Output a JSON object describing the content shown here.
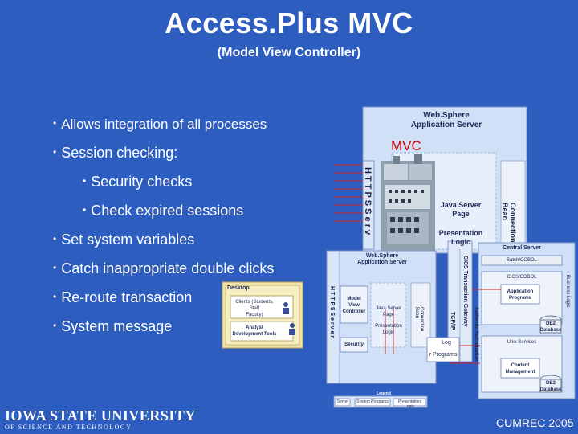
{
  "slide": {
    "title": "Access.Plus MVC",
    "subtitle": "(Model View Controller)"
  },
  "bullets": [
    "Allows integration of all processes",
    "Session checking:",
    "Security checks",
    "Check expired sessions",
    "Set system variables",
    "Catch inappropriate double clicks",
    "Re-route transaction",
    "System message"
  ],
  "diagram": {
    "websphere_top_title": "Web.Sphere\nApplication Server",
    "mvc_label": "MVC",
    "https_serv_big": "H T T P S  S e r v",
    "jsp_big": "Java Server\nPage",
    "presentation_big": "Presentation\nLogic",
    "connection_bean_big": "Connection\nBean",
    "websphere_small_title": "Web.Sphere\nApplication Server",
    "https_server_small": "H T T P S  S e r v e r",
    "mvc_small": "Model\nView\nController",
    "jsp_small": "Java Server\nPage",
    "presentation_small": "Presentation\nLogic",
    "connection_bean_small": "Connection\nBean",
    "security_small": "Security",
    "desktop_title": "Desktop",
    "clients": "Clients (Students, Staff\nFaculty)",
    "analyst": "Analyst\nDevelopment Tools",
    "central_server": "Central Server",
    "batch_cobol": "Batch/COBOL",
    "cics_cobol": "CICS/COBOL",
    "app_programs": "Application\nPrograms",
    "db2_db": "DB2\nDatabase",
    "unix_services": "Unix Services",
    "content_mgmt": "Content\nManagement",
    "db2_db2": "DB2\nDatabase",
    "cics_gateway": "CICS Transaction Gateway",
    "tcpip": "TCP/IP",
    "authn": "Authentic Authorization",
    "business_logic": "Business Logic",
    "legend_title": "Legend",
    "legend_server": "Server",
    "legend_system_programs": "System Programs",
    "legend_presentation_logic": "Presentation Logic",
    "partial_log": "Log",
    "partial_programs": "r Programs"
  },
  "footer": {
    "university": "IOWA STATE UNIVERSITY",
    "university_sub": "OF SCIENCE AND TECHNOLOGY",
    "conference": "CUMREC 2005"
  },
  "colors": {
    "background": "#2d5dbf",
    "panel_light": "#cfe0f7",
    "desktop": "#f3e9b8",
    "mvc_red": "#cc0000"
  }
}
